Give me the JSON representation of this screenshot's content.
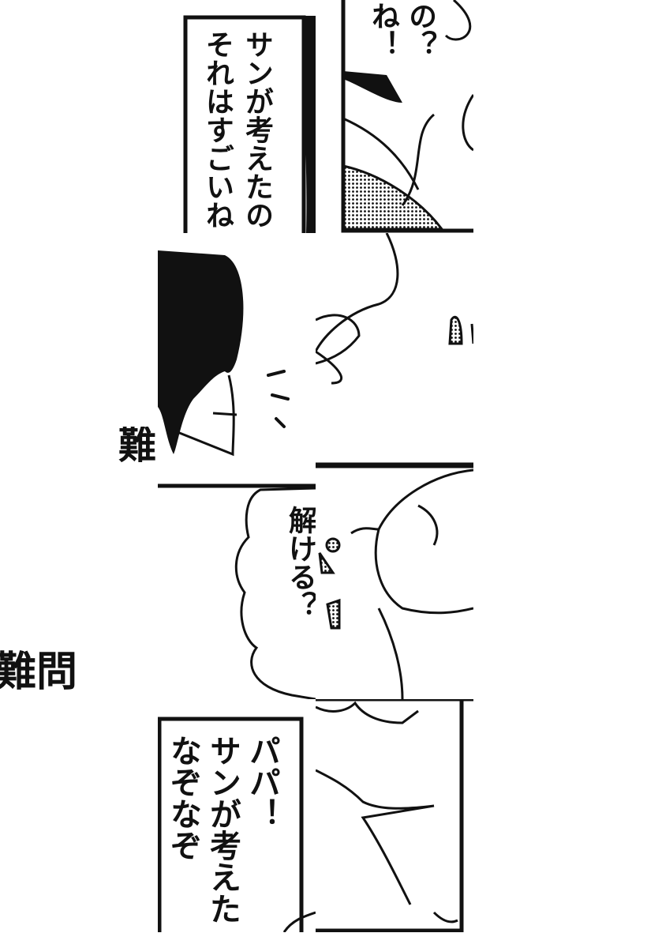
{
  "panels": {
    "top_left_balloon": {
      "line1": "サンが考えたの",
      "line2": "それはすごいね"
    },
    "top_right_balloon": {
      "line1": "の？",
      "line2": "ね！"
    },
    "middle_left_sfx": "難",
    "middle_balloon": "解ける？",
    "left_caption": "難問",
    "bottom_balloon": {
      "line1": "パパ！",
      "line2": "サンが考えた",
      "line3": "なぞなぞ"
    }
  },
  "colors": {
    "ink": "#111111",
    "paper": "#ffffff",
    "screentone": "#888888"
  }
}
